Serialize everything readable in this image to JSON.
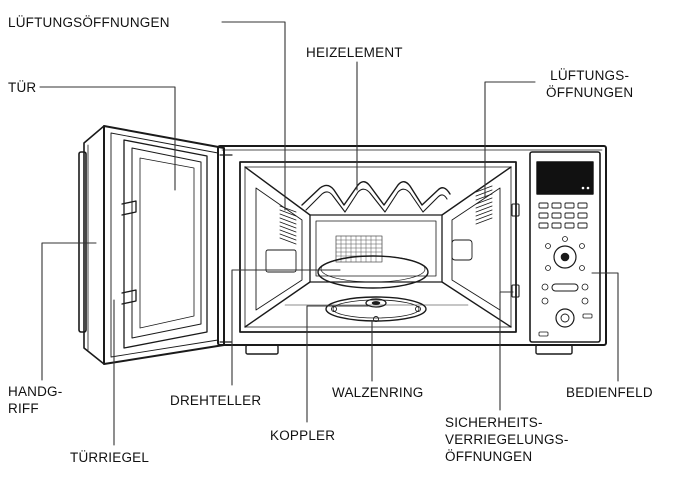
{
  "labels": {
    "lueftung_top": "LÜFTUNGSÖFFNUNGEN",
    "tuer": "TÜR",
    "heizelement": "HEIZELEMENT",
    "lueftung_right_1": "LÜFTUNGS-",
    "lueftung_right_2": "ÖFFNUNGEN",
    "handgriff_1": "HANDG-",
    "handgriff_2": "RIFF",
    "drehteller": "DREHTELLER",
    "walzenring": "WALZENRING",
    "bedienfeld": "BEDIENFELD",
    "koppler": "KOPPLER",
    "tuerriegel": "TÜRRIEGEL",
    "sicherheit_1": "SICHERHEITS-",
    "sicherheit_2": "VERRIEGELUNGS-",
    "sicherheit_3": "ÖFFNUNGEN"
  },
  "colors": {
    "line": "#1a1a1a",
    "display": "#111111"
  }
}
